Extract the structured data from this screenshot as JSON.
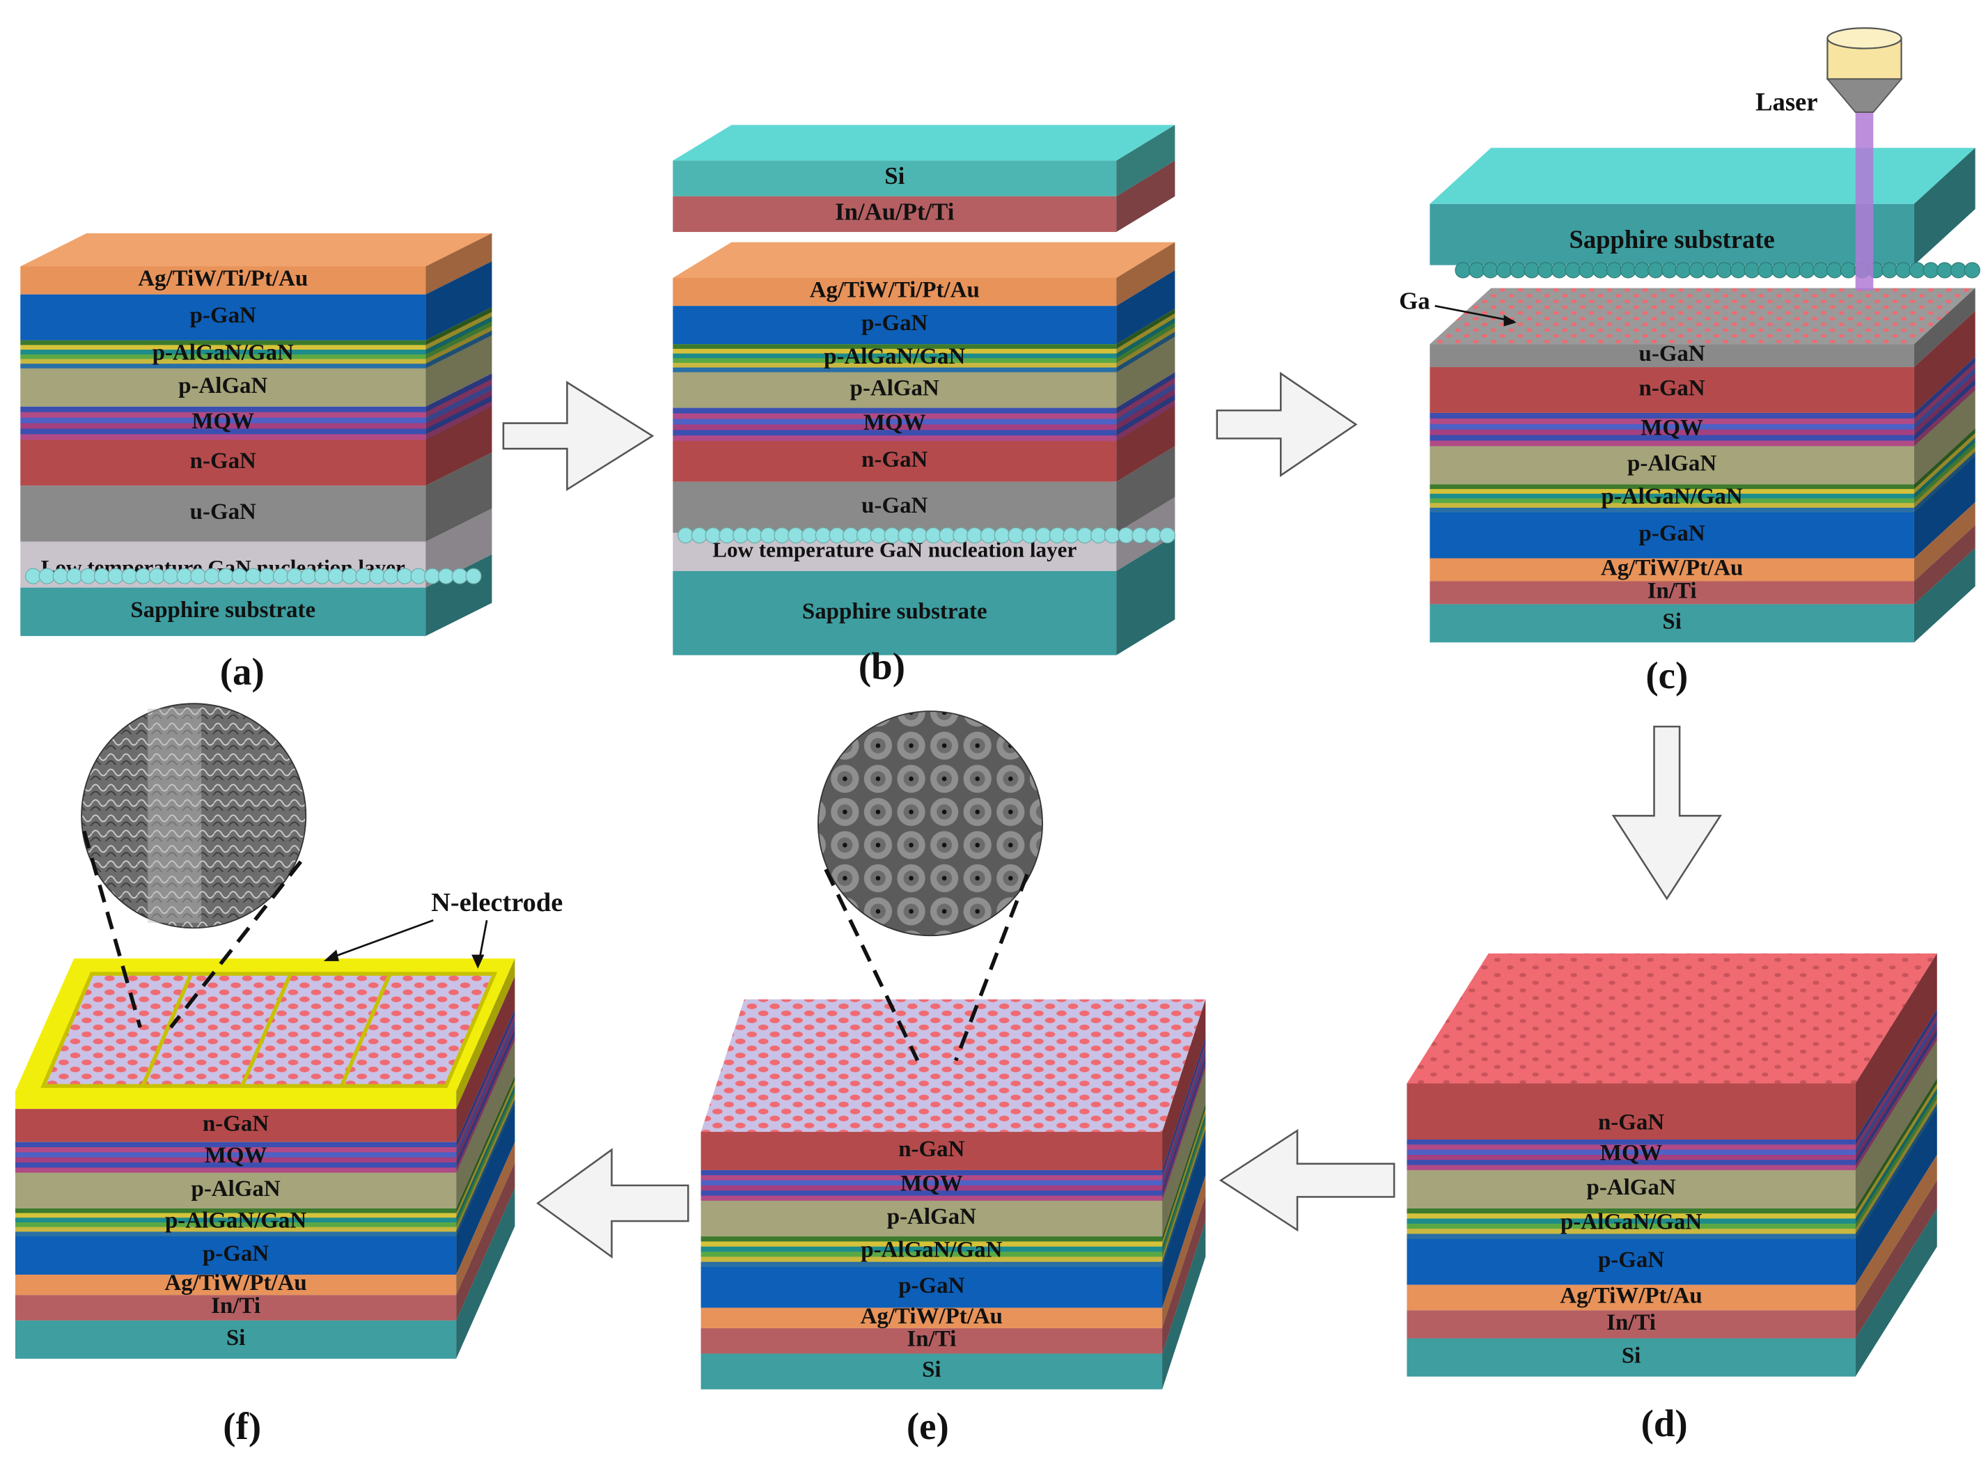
{
  "colors": {
    "ag": "#e8935a",
    "pgan": "#0d5fb8",
    "algan_gan_stripes": [
      "#3c7a2e",
      "#d6c23a",
      "#1d8c8c",
      "#5aa845",
      "#c9b83f",
      "#2a6fa5"
    ],
    "palgan": "#a5a47a",
    "mqw_stripes": [
      "#3b4fb0",
      "#b14a86",
      "#4e61c4",
      "#a44080",
      "#3b4fb0",
      "#b14a86"
    ],
    "ngan": "#b54a4c",
    "ugan": "#8a8a8a",
    "nucleation": "#c9c3cc",
    "sapphire": "#3e9ea0",
    "sapphire_top": "#5fd8d4",
    "si": "#3e9ea0",
    "inti": "#b55f62",
    "inaupt": "#b55f62",
    "pit_pink": "#f06a72",
    "top_lilac": "#c9c2e6",
    "electrode": "#f2ee0c",
    "laser_beam": "#b07ad6",
    "laser_head": "#f6e4a0"
  },
  "panels": {
    "a": {
      "caption": "(a)",
      "layers": {
        "metal": "Ag/TiW/Ti/Pt/Au",
        "pgan": "p-GaN",
        "alganGan": "p-AlGaN/GaN",
        "palgan": "p-AlGaN",
        "mqw": "MQW",
        "ngan": "n-GaN",
        "ugan": "u-GaN",
        "nucleation": "Low temperature GaN nucleation layer",
        "sapphire": "Sapphire substrate"
      }
    },
    "b": {
      "caption": "(b)",
      "top": {
        "si": "Si",
        "metal": "In/Au/Pt/Ti"
      },
      "layers": {
        "metal": "Ag/TiW/Ti/Pt/Au",
        "pgan": "p-GaN",
        "alganGan": "p-AlGaN/GaN",
        "palgan": "p-AlGaN",
        "mqw": "MQW",
        "ngan": "n-GaN",
        "ugan": "u-GaN",
        "nucleation": "Low temperature GaN nucleation layer",
        "sapphire": "Sapphire substrate"
      }
    },
    "c": {
      "caption": "(c)",
      "laser": "Laser",
      "ga": "Ga",
      "sapphire": "Sapphire substrate",
      "layers": {
        "ugan": "u-GaN",
        "ngan": "n-GaN",
        "mqw": "MQW",
        "palgan": "p-AlGaN",
        "alganGan": "p-AlGaN/GaN",
        "pgan": "p-GaN",
        "metal": "Ag/TiW/Pt/Au",
        "inti": "In/Ti",
        "si": "Si"
      }
    },
    "d": {
      "caption": "(d)",
      "layers": {
        "ngan": "n-GaN",
        "mqw": "MQW",
        "palgan": "p-AlGaN",
        "alganGan": "p-AlGaN/GaN",
        "pgan": "p-GaN",
        "metal": "Ag/TiW/Pt/Au",
        "inti": "In/Ti",
        "si": "Si"
      }
    },
    "e": {
      "caption": "(e)",
      "layers": {
        "ngan": "n-GaN",
        "mqw": "MQW",
        "palgan": "p-AlGaN",
        "alganGan": "p-AlGaN/GaN",
        "pgan": "p-GaN",
        "metal": "Ag/TiW/Pt/Au",
        "inti": "In/Ti",
        "si": "Si"
      }
    },
    "f": {
      "caption": "(f)",
      "electrode": "N-electrode",
      "layers": {
        "ngan": "n-GaN",
        "mqw": "MQW",
        "palgan": "p-AlGaN",
        "alganGan": "p-AlGaN/GaN",
        "pgan": "p-GaN",
        "metal": "Ag/TiW/Pt/Au",
        "inti": "In/Ti",
        "si": "Si"
      }
    }
  }
}
